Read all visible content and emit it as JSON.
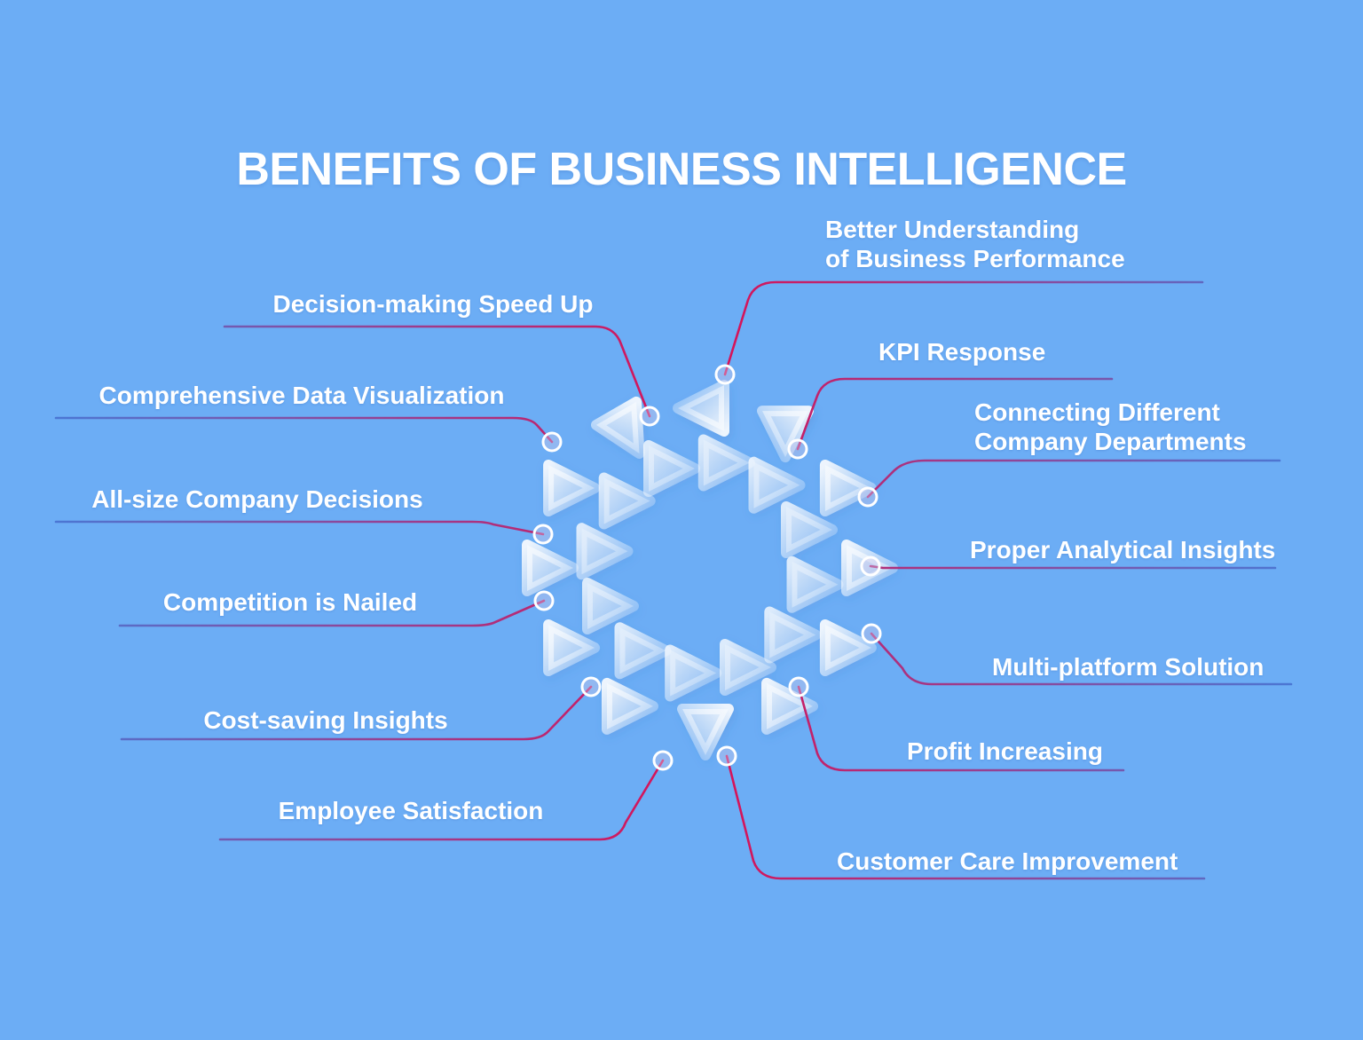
{
  "title": "BENEFITS OF BUSINESS INTELLIGENCE",
  "colors": {
    "background": "#6cadf5",
    "text": "#ffffff",
    "connector_blue": "#4a77d4",
    "connector_red": "#d5145a",
    "endpoint_stroke": "#ffffff",
    "triangle_tint": "#ffffff"
  },
  "benefits": {
    "items": [
      {
        "label": "Decision-making Speed Up",
        "side": "left"
      },
      {
        "label": "Comprehensive Data Visualization",
        "side": "left"
      },
      {
        "label": "All-size Company Decisions",
        "side": "left"
      },
      {
        "label": "Competition is Nailed",
        "side": "left"
      },
      {
        "label": "Cost-saving Insights",
        "side": "left"
      },
      {
        "label": "Employee Satisfaction",
        "side": "left"
      },
      {
        "label": "Better Understanding\nof Business Performance",
        "side": "right"
      },
      {
        "label": "KPI Response",
        "side": "right"
      },
      {
        "label": "Connecting Different\nCompany Departments",
        "side": "right"
      },
      {
        "label": "Proper Analytical Insights",
        "side": "right"
      },
      {
        "label": "Multi-platform Solution",
        "side": "right"
      },
      {
        "label": "Profit Increasing",
        "side": "right"
      },
      {
        "label": "Customer Care Improvement",
        "side": "right"
      }
    ]
  }
}
